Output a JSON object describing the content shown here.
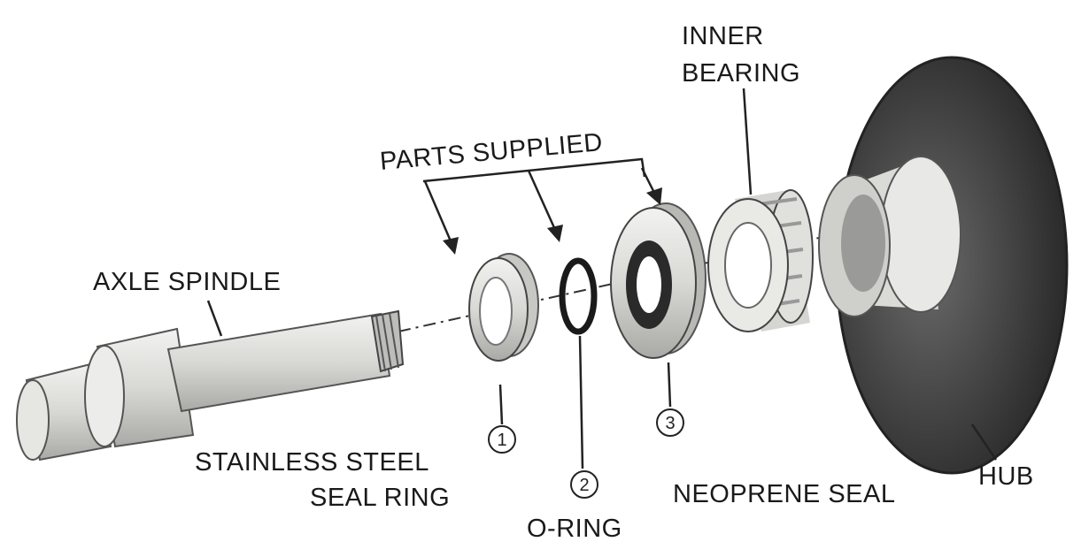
{
  "labels": {
    "inner_bearing_line1": "INNER",
    "inner_bearing_line2": "BEARING",
    "parts_supplied": "PARTS SUPPLIED",
    "axle_spindle": "AXLE SPINDLE",
    "seal_ring_line1": "STAINLESS STEEL",
    "seal_ring_line2": "SEAL RING",
    "o_ring": "O-RING",
    "neoprene_seal": "NEOPRENE SEAL",
    "hub": "HUB"
  },
  "callouts": [
    "1",
    "2",
    "3"
  ]
}
